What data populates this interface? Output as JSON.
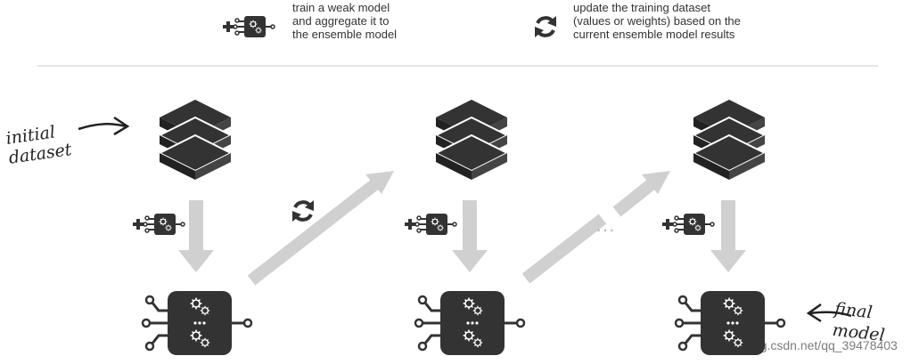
{
  "legend": {
    "train_text": "train a weak model\nand aggregate it to\nthe ensemble model",
    "update_text": "update the training dataset\n(values or weights) based on the\ncurrent ensemble model results",
    "train_icon": "plus-weak-model-icon",
    "update_icon": "cycle-arrows-icon"
  },
  "annotations": {
    "initial_dataset": "initial\ndataset",
    "final_model": "final\nmodel",
    "ellipsis": "···"
  },
  "watermark": "https://blog.csdn.net/qq_39478403",
  "colors": {
    "dark": "#333333",
    "arrow_gray": "#d0d0d0",
    "line_gray": "#dddddd"
  }
}
